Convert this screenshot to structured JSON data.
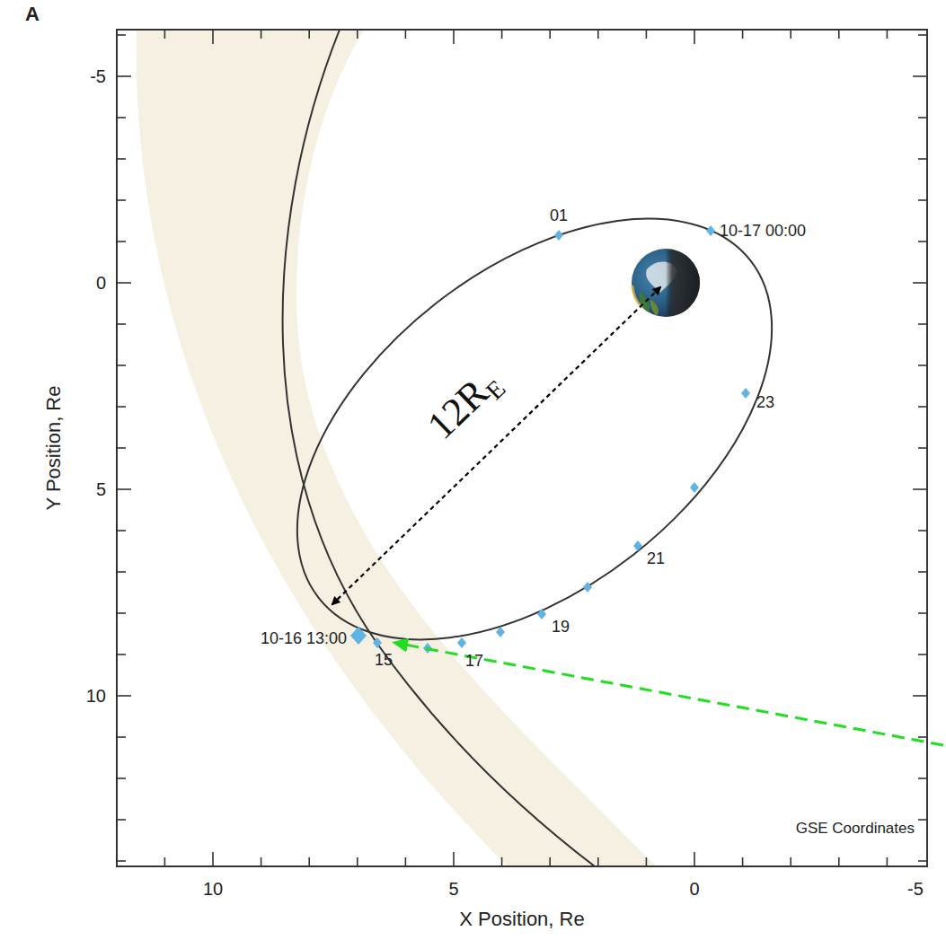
{
  "diagram": {
    "labels": [
      "A",
      "-5",
      "0",
      "5",
      "10",
      "Y Position, Re",
      "10",
      "5",
      "0",
      "-5",
      "X Position, Re",
      "01",
      "10-17 00:00",
      "23",
      "21",
      "19",
      "17",
      "15",
      "10-16 13:00",
      "12R",
      "E",
      "GSE Coordinates"
    ]
  }
}
